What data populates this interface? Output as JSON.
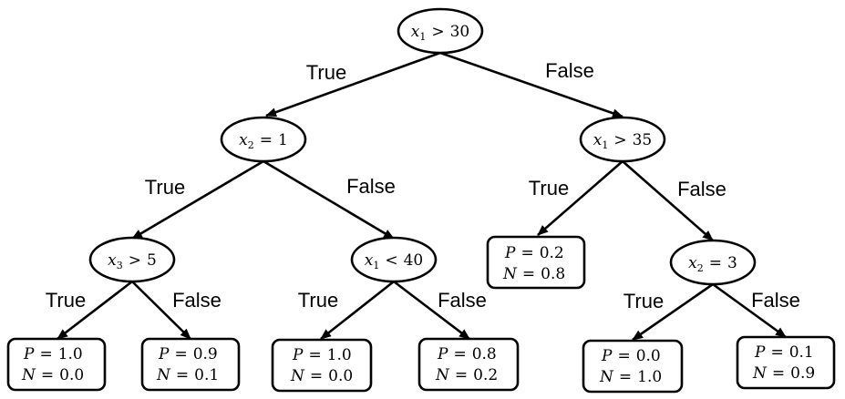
{
  "decision_tree": {
    "root": {
      "var": "x",
      "sub": "1",
      "op": ">",
      "val": "30",
      "true_label": "True",
      "false_label": "False",
      "left": {
        "var": "x",
        "sub": "2",
        "op": "=",
        "val": "1",
        "true_label": "True",
        "false_label": "False",
        "left": {
          "var": "x",
          "sub": "3",
          "op": ">",
          "val": "5",
          "true_label": "True",
          "false_label": "False",
          "left_leaf": {
            "p": "1.0",
            "n": "0.0"
          },
          "right_leaf": {
            "p": "0.9",
            "n": "0.1"
          }
        },
        "right": {
          "var": "x",
          "sub": "1",
          "op": "<",
          "val": "40",
          "true_label": "True",
          "false_label": "False",
          "left_leaf": {
            "p": "1.0",
            "n": "0.0"
          },
          "right_leaf": {
            "p": "0.8",
            "n": "0.2"
          }
        }
      },
      "right": {
        "var": "x",
        "sub": "1",
        "op": ">",
        "val": "35",
        "true_label": "True",
        "false_label": "False",
        "left_leaf": {
          "p": "0.2",
          "n": "0.8"
        },
        "right": {
          "var": "x",
          "sub": "2",
          "op": "=",
          "val": "3",
          "true_label": "True",
          "false_label": "False",
          "left_leaf": {
            "p": "0.0",
            "n": "1.0"
          },
          "right_leaf": {
            "p": "0.1",
            "n": "0.9"
          }
        }
      }
    },
    "leaf_symbols": {
      "p": "P",
      "n": "N",
      "eq": "="
    }
  }
}
